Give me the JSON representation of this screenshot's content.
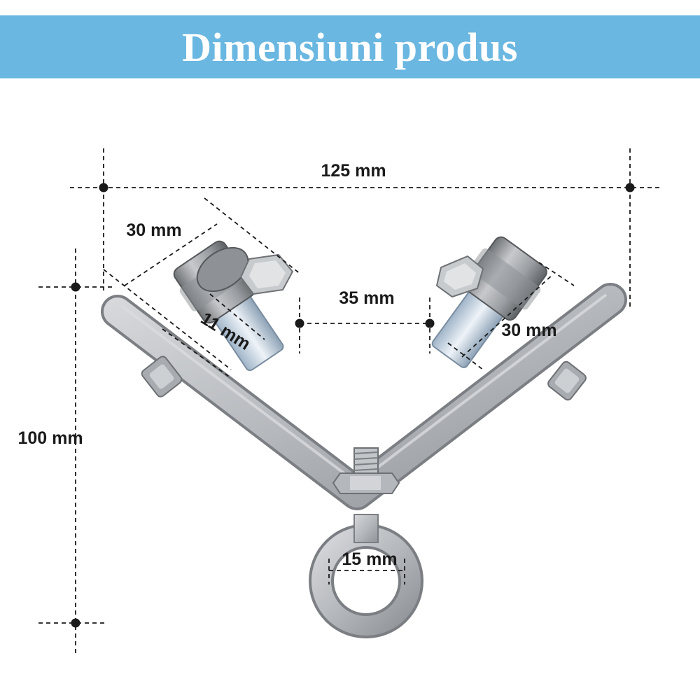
{
  "header": {
    "title": "Dimensiuni produs",
    "background_color": "#6ab7e1"
  },
  "dimensions": {
    "overall_width": "125 mm",
    "overall_height": "100 mm",
    "wheel_diameter_left": "30 mm",
    "wheel_diameter_right": "30 mm",
    "wheel_gap": "35 mm",
    "axle_diameter": "11 mm",
    "ring_inner_diameter": "15 mm"
  },
  "colors": {
    "metal": "#b9bcc0",
    "metal_dark": "#8a8d91",
    "dimension_line": "#1a1a1a"
  }
}
